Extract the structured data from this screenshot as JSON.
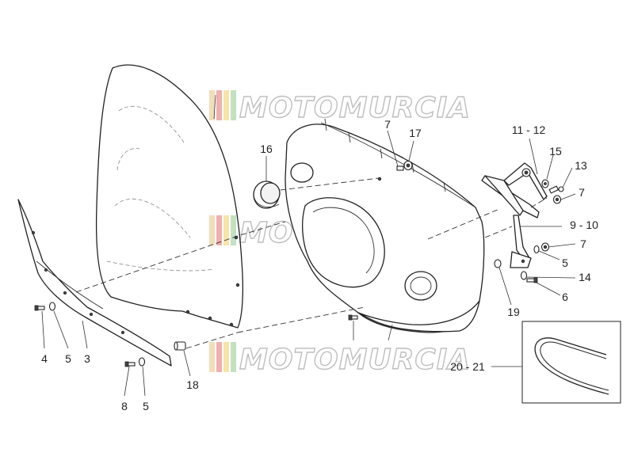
{
  "watermark": {
    "text": "MOTOMURCIA",
    "bar_colors": [
      "#e8c17a",
      "#e07070",
      "#f0d060",
      "#8fc88f"
    ]
  },
  "callouts": {
    "c3": "3",
    "c4": "4",
    "c5a": "5",
    "c5b": "5",
    "c5c": "5",
    "c6": "6",
    "c7a": "7",
    "c7b": "7",
    "c7c": "7",
    "c8": "8",
    "c9_10": "9 - 10",
    "c11_12": "11 - 12",
    "c13": "13",
    "c14": "14",
    "c15": "15",
    "c16": "16",
    "c17": "17",
    "c18": "18",
    "c19": "19",
    "c20_21": "20 - 21"
  },
  "colors": {
    "line": "#222222",
    "background": "#ffffff"
  }
}
